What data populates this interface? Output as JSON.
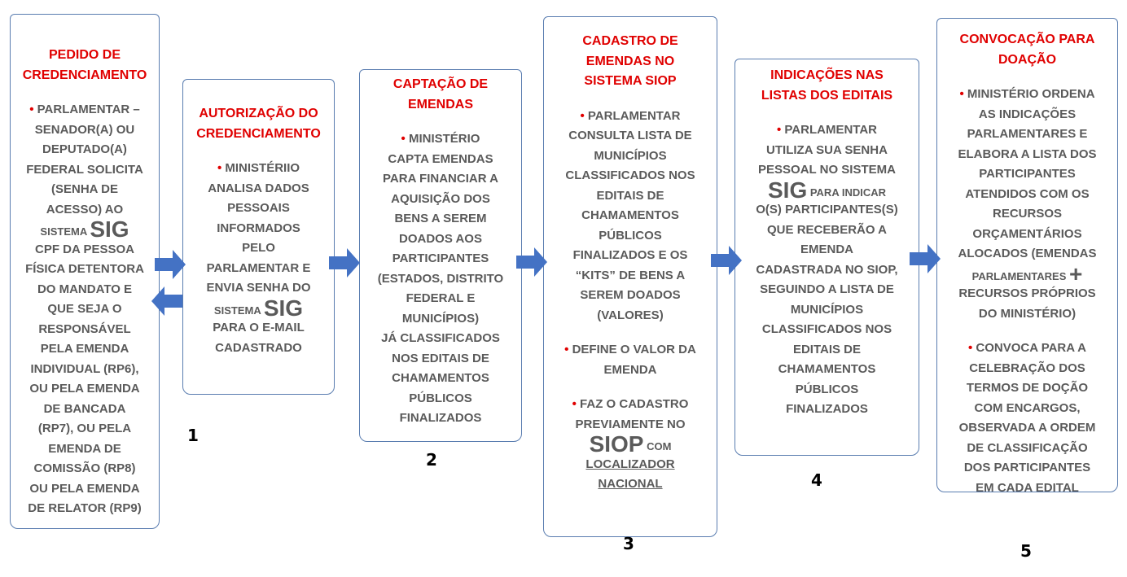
{
  "colors": {
    "title": "#e00000",
    "text": "#5a5a5a",
    "arrow": "#4472c4",
    "border": "#5a7db0"
  },
  "steps": [
    {
      "title": [
        "PEDIDO DE",
        "CREDENCIAMENTO"
      ],
      "paragraphs": [
        [
          [
            {
              "t": "• ",
              "s": "bullet"
            },
            {
              "t": "PARLAMENTAR –"
            }
          ],
          [
            "SENADOR(A) OU"
          ],
          [
            "DEPUTADO(A)"
          ],
          [
            "FEDERAL SOLICITA"
          ],
          [
            "(SENHA DE"
          ],
          [
            "ACESSO) AO"
          ],
          [
            {
              "t": "SISTEMA ",
              "s": "smallcaps"
            },
            {
              "t": "SIG",
              "s": "big"
            }
          ],
          [
            "CPF DA PESSOA"
          ],
          [
            "FÍSICA DETENTORA"
          ],
          [
            "DO MANDATO E"
          ],
          [
            "QUE SEJA O"
          ],
          [
            "RESPONSÁVEL"
          ],
          [
            "PELA EMENDA"
          ],
          [
            "INDIVIDUAL (RP6),"
          ],
          [
            "OU PELA EMENDA"
          ],
          [
            "DE BANCADA"
          ],
          [
            "(RP7), OU PELA"
          ],
          [
            "EMENDA DE"
          ],
          [
            "COMISSÃO (RP8)"
          ],
          [
            "OU PELA EMENDA"
          ],
          [
            "DE RELATOR (RP9)"
          ]
        ]
      ]
    },
    {
      "title": [
        "AUTORIZAÇÃO DO",
        "CREDENCIAMENTO"
      ],
      "paragraphs": [
        [
          [
            {
              "t": "• ",
              "s": "bullet"
            },
            {
              "t": "MINISTÉRIIO"
            }
          ],
          [
            "ANALISA DADOS"
          ],
          [
            "PESSOAIS"
          ],
          [
            "INFORMADOS"
          ],
          [
            "PELO"
          ],
          [
            "PARLAMENTAR E"
          ],
          [
            "ENVIA SENHA DO"
          ],
          [
            {
              "t": "SISTEMA ",
              "s": "smallcaps"
            },
            {
              "t": "SIG",
              "s": "big"
            }
          ],
          [
            "PARA O    E-MAIL"
          ],
          [
            "CADASTRADO"
          ]
        ]
      ]
    },
    {
      "title": [
        "CAPTAÇÃO DE",
        "EMENDAS"
      ],
      "paragraphs": [
        [
          [
            {
              "t": "• ",
              "s": "bullet"
            },
            {
              "t": "MINISTÉRIO"
            }
          ],
          [
            "CAPTA EMENDAS"
          ],
          [
            "PARA FINANCIAR A"
          ],
          [
            "AQUISIÇÃO DOS"
          ],
          [
            "BENS A SEREM"
          ],
          [
            "DOADOS AOS"
          ],
          [
            "PARTICIPANTES"
          ],
          [
            "(ESTADOS, DISTRITO"
          ],
          [
            "FEDERAL E"
          ],
          [
            "MUNICÍPIOS)"
          ],
          [
            "JÁ CLASSIFICADOS"
          ],
          [
            "NOS EDITAIS DE"
          ],
          [
            "CHAMAMENTOS"
          ],
          [
            "PÚBLICOS"
          ],
          [
            "FINALIZADOS"
          ]
        ]
      ]
    },
    {
      "title": [
        "CADASTRO DE",
        "EMENDAS NO",
        "SISTEMA SIOP"
      ],
      "paragraphs": [
        [
          [
            {
              "t": "• ",
              "s": "bullet"
            },
            {
              "t": "PARLAMENTAR"
            }
          ],
          [
            "CONSULTA LISTA DE"
          ],
          [
            "MUNICÍPIOS"
          ],
          [
            "CLASSIFICADOS NOS"
          ],
          [
            "EDITAIS DE"
          ],
          [
            "CHAMAMENTOS"
          ],
          [
            "PÚBLICOS"
          ],
          [
            "FINALIZADOS E OS"
          ],
          [
            "“KITS” DE BENS A"
          ],
          [
            "SEREM DOADOS"
          ],
          [
            "(VALORES)"
          ]
        ],
        [
          [
            {
              "t": "• ",
              "s": "bullet"
            },
            {
              "t": "DEFINE O VALOR DA"
            }
          ],
          [
            "EMENDA"
          ]
        ],
        [
          [
            {
              "t": "• ",
              "s": "bullet"
            },
            {
              "t": "FAZ O CADASTRO"
            }
          ],
          [
            "PREVIAMENTE NO"
          ],
          [
            {
              "t": "SIOP",
              "s": "big"
            },
            {
              "t": " COM",
              "s": "smallcaps"
            }
          ],
          [
            {
              "t": "LOCALIZADOR",
              "s": "u"
            }
          ],
          [
            {
              "t": "NACIONAL",
              "s": "u"
            }
          ]
        ]
      ]
    },
    {
      "title": [
        "INDICAÇÕES NAS",
        "LISTAS DOS EDITAIS"
      ],
      "paragraphs": [
        [
          [
            {
              "t": "• ",
              "s": "bullet"
            },
            {
              "t": "PARLAMENTAR"
            }
          ],
          [
            "UTILIZA SUA SENHA"
          ],
          [
            "PESSOAL NO SISTEMA"
          ],
          [
            {
              "t": "SIG",
              "s": "big"
            },
            {
              "t": " PARA INDICAR",
              "s": "smallcaps"
            }
          ],
          [
            "O(S) PARTICIPANTES(S)"
          ],
          [
            "QUE RECEBERÃO A"
          ],
          [
            "EMENDA"
          ],
          [
            "CADASTRADA NO SIOP,"
          ],
          [
            "SEGUINDO A LISTA DE"
          ],
          [
            "MUNICÍPIOS"
          ],
          [
            "CLASSIFICADOS NOS"
          ],
          [
            "EDITAIS DE"
          ],
          [
            "CHAMAMENTOS"
          ],
          [
            "PÚBLICOS"
          ],
          [
            "FINALIZADOS"
          ]
        ]
      ]
    },
    {
      "title": [
        "CONVOCAÇÃO PARA",
        "DOAÇÃO"
      ],
      "paragraphs": [
        [
          [
            {
              "t": "• ",
              "s": "bullet"
            },
            {
              "t": "MINISTÉRIO ORDENA"
            }
          ],
          [
            "AS INDICAÇÕES"
          ],
          [
            "PARLAMENTARES E"
          ],
          [
            "ELABORA A LISTA DOS"
          ],
          [
            "PARTICIPANTES"
          ],
          [
            "ATENDIDOS COM OS"
          ],
          [
            "RECURSOS"
          ],
          [
            "ORÇAMENTÁRIOS"
          ],
          [
            "ALOCADOS (EMENDAS"
          ],
          [
            {
              "t": "PARLAMENTARES ",
              "s": "smallcaps"
            },
            {
              "t": "+",
              "s": "big"
            }
          ],
          [
            "RECURSOS PRÓPRIOS"
          ],
          [
            "DO MINISTÉRIO)"
          ]
        ],
        [
          [
            {
              "t": "• ",
              "s": "bullet"
            },
            {
              "t": "CONVOCA PARA A"
            }
          ],
          [
            "CELEBRAÇÃO DOS"
          ],
          [
            "TERMOS DE DOÇÃO"
          ],
          [
            "COM ENCARGOS,"
          ],
          [
            "OBSERVADA A ORDEM"
          ],
          [
            "DE CLASSIFICAÇÃO"
          ],
          [
            "DOS PARTICIPANTES"
          ],
          [
            "EM CADA EDITAL"
          ]
        ]
      ]
    }
  ],
  "step_numbers": [
    "1",
    "2",
    "3",
    "4",
    "5"
  ]
}
